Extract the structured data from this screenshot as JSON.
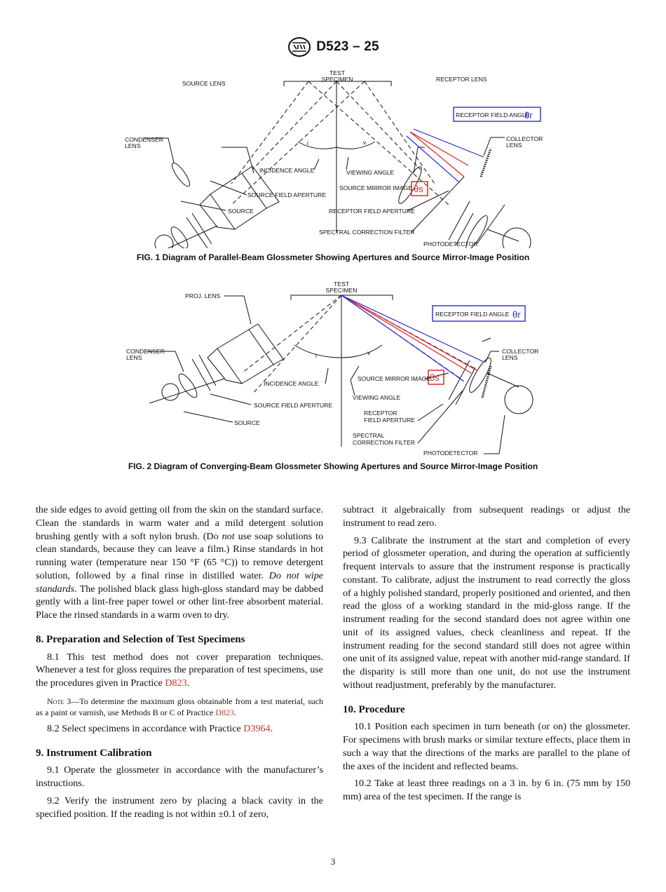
{
  "header": {
    "code": "D523 – 25"
  },
  "figure1": {
    "caption": "FIG. 1 Diagram of Parallel-Beam Glossmeter Showing Apertures and Source Mirror-Image Position",
    "labels": {
      "test_specimen_1": "TEST",
      "test_specimen_2": "SPECIMEN",
      "source_lens": "SOURCE LENS",
      "receptor_lens": "RECEPTOR LENS",
      "receptor_field_angle": "RECEPTOR FIELD ANGLE",
      "theta_r": "θr",
      "condenser_1": "CONDENSER",
      "condenser_2": "LENS",
      "collector_1": "COLLECTOR",
      "collector_2": "LENS",
      "i": "i",
      "v": "v",
      "incidence_angle": "INCIDENCE ANGLE",
      "viewing_angle": "VIEWING ANGLE",
      "source_mirror_image": "SOURCE MIRROR IMAGE",
      "theta_s": "θs",
      "source_field_aperture": "SOURCE FIELD APERTURE",
      "source": "SOURCE",
      "receptor_field_aperture": "RECEPTOR FIELD APERTURE",
      "spectral_correction_filter": "SPECTRAL CORRECTION FILTER",
      "photodetector": "PHOTODETECTOR"
    }
  },
  "figure2": {
    "caption": "FIG. 2 Diagram of Converging-Beam Glossmeter Showing Apertures and Source Mirror-Image Position",
    "labels": {
      "test_specimen_1": "TEST",
      "test_specimen_2": "SPECIMEN",
      "proj_lens": "PROJ. LENS",
      "receptor_field_angle": "RECEPTOR FIELD ANGLE",
      "theta_r": "θr",
      "condenser_1": "CONDENSER",
      "condenser_2": "LENS",
      "collector_1": "COLLECTOR",
      "collector_2": "LENS",
      "i": "i",
      "v": "v",
      "incidence_angle": "INCIDENCE ANGLE",
      "source_mirror_image": "SOURCE MIRROR IMAGE",
      "theta_s": "θs",
      "viewing_angle": "VIEWING ANGLE",
      "source_field_aperture": "SOURCE FIELD APERTURE",
      "source": "SOURCE",
      "receptor_1": "RECEPTOR",
      "receptor_2": "FIELD APERTURE",
      "spectral_1": "SPECTRAL",
      "spectral_2": "CORRECTION FILTER",
      "photodetector": "PHOTODETECTOR"
    }
  },
  "left": {
    "p1a": "the side edges to avoid getting oil from the skin on the standard surface. Clean the standards in warm water and a mild detergent solution brushing gently with a soft nylon brush. (Do ",
    "p1b": "not",
    "p1c": " use soap solutions to clean standards, because they can leave a film.) Rinse standards in hot running water (temperature near 150 °F (65 °C)) to remove detergent solution, followed by a final rinse in distilled water. ",
    "p1d": "Do not wipe standards",
    "p1e": ". The polished black glass high-gloss standard may be dabbed gently with a lint-free paper towel or other lint-free absorbent material. Place the rinsed standards in a warm oven to dry.",
    "h8": "8. Preparation and Selection of Test Specimens",
    "p81a": "8.1 This test method does not cover preparation techniques. Whenever a test for gloss requires the preparation of test specimens, use the procedures given in Practice ",
    "p81link": "D823",
    "p81b": ".",
    "note3label": "Note 3",
    "note3a": "—To determine the maximum gloss obtainable from a test material, such as a paint or varnish, use Methods B or C of Practice ",
    "note3link": "D823",
    "note3b": ".",
    "p82a": "8.2 Select specimens in accordance with Practice ",
    "p82link": "D3964",
    "p82b": ".",
    "h9": "9. Instrument Calibration",
    "p91": "9.1 Operate the glossmeter in accordance with the manufacturer’s instructions.",
    "p92": "9.2 Verify the instrument zero by placing a black cavity in the specified position. If the reading is not within ±0.1 of zero,"
  },
  "right": {
    "p92cont": "subtract it algebraically from subsequent readings or adjust the instrument to read zero.",
    "p93": "9.3 Calibrate the instrument at the start and completion of every period of glossmeter operation, and during the operation at sufficiently frequent intervals to assure that the instrument response is practically constant. To calibrate, adjust the instrument to read correctly the gloss of a highly polished standard, properly positioned and oriented, and then read the gloss of a working standard in the mid-gloss range. If the instrument reading for the second standard does not agree within one unit of its assigned values, check cleanliness and repeat. If the instrument reading for the second standard still does not agree within one unit of its assigned value, repeat with another mid-range standard. If the disparity is still more than one unit, do not use the instrument without readjustment, preferably by the manufacturer.",
    "h10": "10. Procedure",
    "p101": "10.1 Position each specimen in turn beneath (or on) the glossmeter. For specimens with brush marks or similar texture effects, place them in such a way that the directions of the marks are parallel to the plane of the axes of the incident and reflected beams.",
    "p102": "10.2 Take at least three readings on a 3 in. by 6 in. (75 mm by 150 mm) area of the test specimen. If the range is"
  },
  "page_number": "3",
  "colors": {
    "blue": "#2b2bd6",
    "red": "#d42020",
    "link": "#c0392b"
  }
}
